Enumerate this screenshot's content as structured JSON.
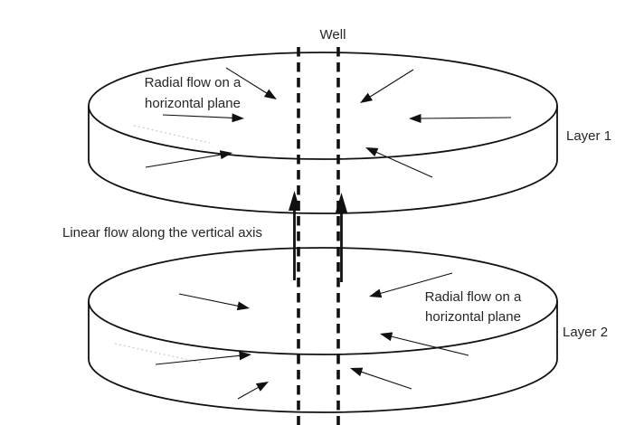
{
  "figure": {
    "well_label": "Well",
    "linear_flow_label": "Linear flow along the vertical axis",
    "layers": [
      {
        "name": "Layer 1",
        "annotation_line1": "Radial flow on a",
        "annotation_line2": "horizontal plane"
      },
      {
        "name": "Layer 2",
        "annotation_line1": "Radial flow on a",
        "annotation_line2": "horizontal plane"
      }
    ]
  },
  "colors": {
    "line": "#111111",
    "text": "#262626",
    "background": "#ffffff"
  }
}
